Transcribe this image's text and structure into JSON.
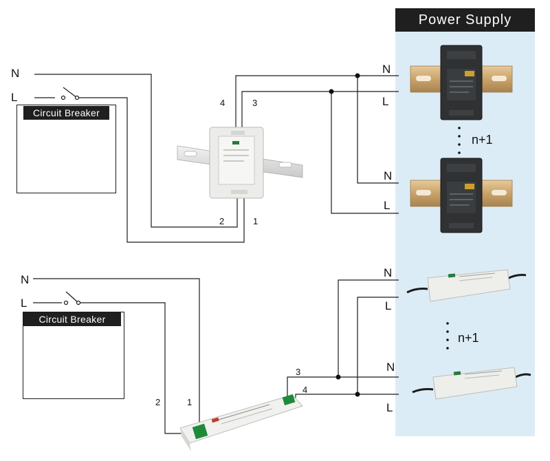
{
  "header": {
    "power_supply": "Power Supply"
  },
  "top": {
    "left_n": "N",
    "left_l": "L",
    "breaker_title": "Circuit Breaker",
    "terminals": {
      "t4": "4",
      "t3": "3",
      "t2": "2",
      "t1": "1"
    },
    "out_n1": "N",
    "out_l1": "L",
    "out_n2": "N",
    "out_l2": "L",
    "n_plus_1": "n+1"
  },
  "bottom": {
    "left_n": "N",
    "left_l": "L",
    "breaker_title": "Circuit Breaker",
    "terminals": {
      "t2": "2",
      "t1": "1",
      "t3": "3",
      "t4": "4"
    },
    "out_n1": "N",
    "out_l1": "L",
    "out_n2": "N",
    "out_l2": "L",
    "n_plus_1": "n+1"
  },
  "colors": {
    "panel": "#dcecf6",
    "header": "#1f1f1f",
    "wire": "#1a1a1a",
    "psu_dark": "#2f3133",
    "psu_light": "#e6e6e2",
    "rail": "#c9a36a",
    "connector": "#1f8a3a"
  }
}
